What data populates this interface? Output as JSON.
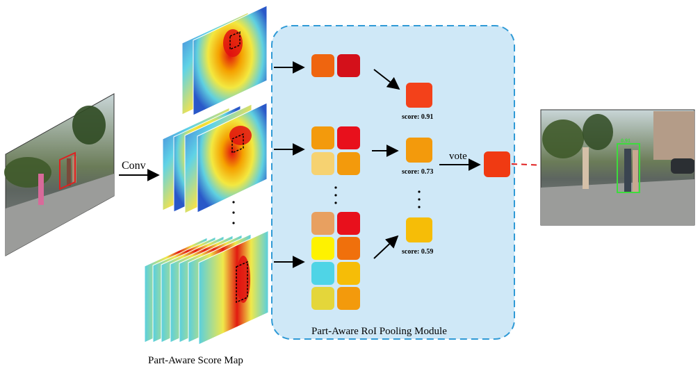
{
  "labels": {
    "conv": "Conv",
    "vote": "vote",
    "score_map_caption": "Part-Aware Score Map",
    "module_caption": "Part-Aware RoI Pooling Module"
  },
  "scores": {
    "top": "score: 0.91",
    "middle": "score: 0.73",
    "bottom": "score: 0.59"
  },
  "detection": {
    "box_score": "0.91"
  },
  "colors": {
    "module_bg": "#cfe8f7",
    "module_border": "#2f9ad6",
    "arrow": "#000000",
    "dashed_arrow": "#e02020",
    "input_box": "#e02020",
    "output_box": "#3ddc3d",
    "top_score_cell": "#f3411a",
    "middle_score_cell": "#f39a0c",
    "bottom_score_cell": "#f6bd07",
    "vote_cell": "#f03a12",
    "top_grid": [
      "#ef650f",
      "#d4101a"
    ],
    "middle_grid": [
      "#f39a0c",
      "#e8101c",
      "#f6d271",
      "#f39a0c"
    ],
    "bottom_grid": [
      "#e8a060",
      "#e8101c",
      "#fef200",
      "#f0700c",
      "#4fd4e6",
      "#f6bd07",
      "#e4d63a",
      "#f39a0c"
    ]
  },
  "icons": {
    "input_image": "street-scene-photo",
    "output_image": "street-scene-photo-with-detection"
  }
}
